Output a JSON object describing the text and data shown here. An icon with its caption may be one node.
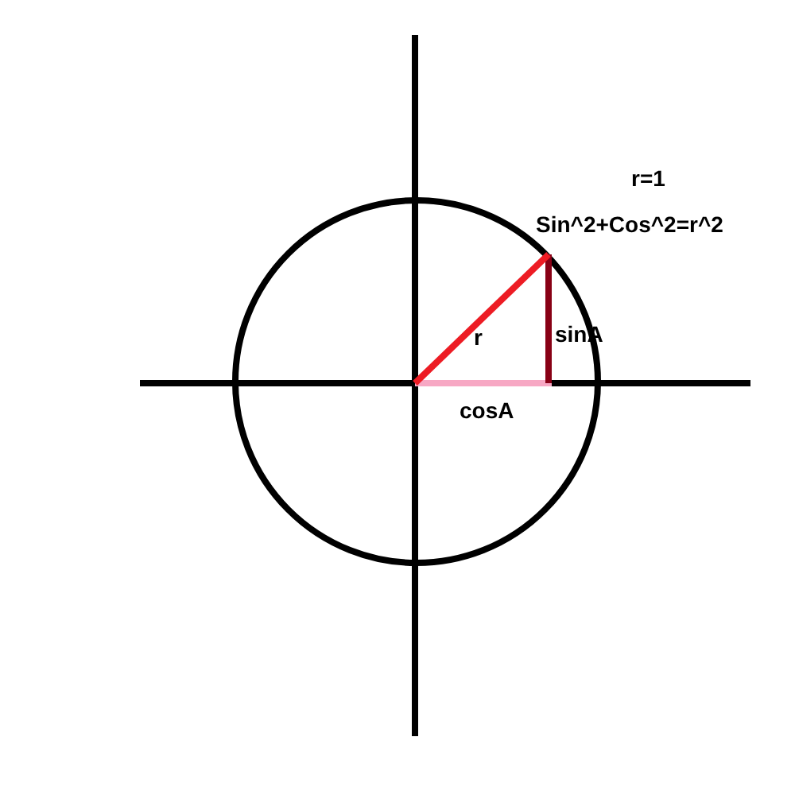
{
  "diagram": {
    "labels": [
      "r=1",
      "Sin^2+Cos^2=r^2",
      "r",
      "sinA",
      "cosA"
    ]
  }
}
